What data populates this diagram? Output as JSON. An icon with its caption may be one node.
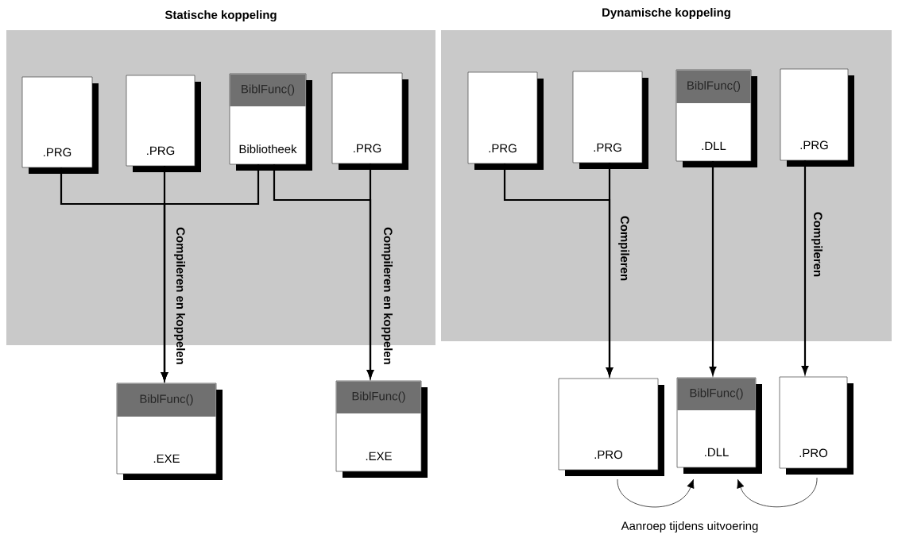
{
  "diagram": {
    "nodes": [
      {
        "text": [
          "Statische koppeling"
        ]
      },
      {
        "text": [
          ".PRG"
        ],
        "in": 0
      },
      {
        "text": [
          ".PRG"
        ],
        "in": 0
      },
      {
        "text": [
          "BiblFunc()",
          "Bibliotheek"
        ],
        "in": 0
      },
      {
        "text": [
          ".PRG"
        ],
        "in": 0
      },
      {
        "text": [
          "BiblFunc()",
          ".EXE"
        ]
      },
      {
        "text": [
          "BiblFunc()",
          ".EXE"
        ]
      },
      {
        "text": [
          "Dynamische koppeling"
        ]
      },
      {
        "text": [
          ".PRG"
        ],
        "in": 7
      },
      {
        "text": [
          ".PRG"
        ],
        "in": 7
      },
      {
        "text": [
          "BiblFunc()",
          ".DLL"
        ],
        "in": 7
      },
      {
        "text": [
          ".PRG"
        ],
        "in": 7
      },
      {
        "text": [
          ".PRO"
        ]
      },
      {
        "text": [
          "BiblFunc()",
          ".DLL"
        ]
      },
      {
        "text": [
          ".PRO"
        ]
      }
    ],
    "edges": [
      {
        "from": 1,
        "to": 5,
        "arrow": "to"
      },
      {
        "from": 2,
        "to": 5,
        "arrow": "to",
        "label": "Compileren en koppelen"
      },
      {
        "from": 3,
        "to": 5,
        "arrow": "to"
      },
      {
        "from": 3,
        "to": 6,
        "arrow": "to"
      },
      {
        "from": 4,
        "to": 6,
        "arrow": "to",
        "label": "Compileren en koppelen"
      },
      {
        "from": 8,
        "to": 12,
        "arrow": "to"
      },
      {
        "from": 9,
        "to": 12,
        "arrow": "to",
        "label": "Compileren"
      },
      {
        "from": 10,
        "to": 13,
        "arrow": "to"
      },
      {
        "from": 11,
        "to": 14,
        "arrow": "to",
        "label": "Compileren"
      },
      {
        "from": 12,
        "to": 13,
        "arrow": "to"
      },
      {
        "from": 14,
        "to": 13,
        "arrow": "to"
      }
    ],
    "labels": [
      "Aanroep tijdens uitvoering"
    ]
  }
}
